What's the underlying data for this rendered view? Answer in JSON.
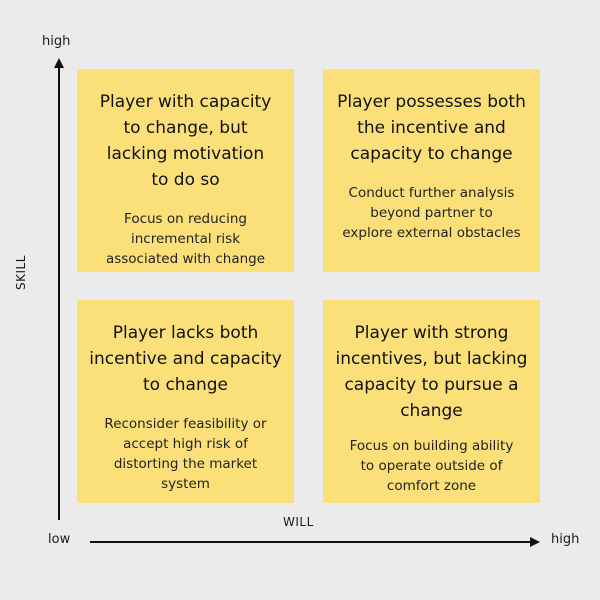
{
  "axes": {
    "y_high": "high",
    "y_name": "SKILL",
    "x_low": "low",
    "x_name": "WILL",
    "x_high": "high"
  },
  "quadrants": {
    "top_left": {
      "title": "Player with capacity\nto change, but\nlacking motivation\nto do so",
      "body": "Focus on reducing\nincremental risk\nassociated with change"
    },
    "top_right": {
      "title": "Player possesses both\nthe incentive and\ncapacity to change",
      "body": "Conduct further analysis\nbeyond partner to\nexplore external obstacles"
    },
    "bottom_left": {
      "title": "Player lacks both\nincentive and capacity\nto change",
      "body": "Reconsider feasibility  or\naccept high risk of\ndistorting the market\nsystem"
    },
    "bottom_right": {
      "title": "Player with strong\nincentives, but lacking\ncapacity to pursue a\nchange",
      "body": "Focus on building ability\nto operate outside of\ncomfort zone"
    }
  },
  "colors": {
    "background": "#ebebeb",
    "quadrant_fill": "#fbe07a",
    "axis": "#111111"
  }
}
